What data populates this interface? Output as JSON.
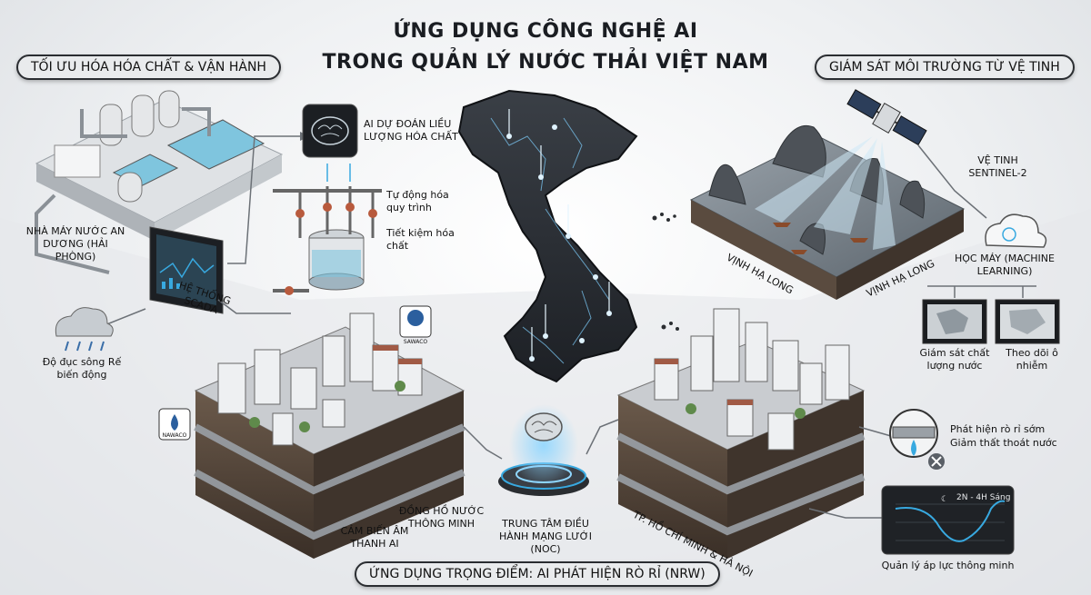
{
  "title": {
    "line1": "ỨNG DỤNG CÔNG NGHỆ AI",
    "line2": "TRONG QUẢN LÝ NƯỚC THẢI VIỆT NAM"
  },
  "sections": {
    "top_left": "TỐI ƯU HÓA HÓA CHẤT & VẬN HÀNH",
    "top_right": "GIÁM SÁT MÔI TRƯỜNG TỪ VỆ TINH",
    "bottom": "ỨNG DỤNG TRỌNG ĐIỂM: AI PHÁT HIỆN RÒ RỈ (NRW)"
  },
  "left_panel": {
    "plant": "NHÀ MÁY NƯỚC AN DƯƠNG (HẢI PHÒNG)",
    "scada": "HỆ THỐNG SCADA",
    "ai_predict": "AI DỰ ĐOÁN LIỀU LƯỢNG HÓA CHẤT",
    "auto": "Tự động hóa quy trình",
    "save": "Tiết kiệm hóa chất",
    "turbidity": "Độ đục sông Rế biến động"
  },
  "right_panel": {
    "satellite": "VỆ TINH SENTINEL-2",
    "bay1": "VỊNH HẠ LONG",
    "bay2": "VỊNH HẠ LONG",
    "ml": "HỌC MÁY (MACHINE LEARNING)",
    "monitor_quality": "Giám sát chất lượng nước",
    "monitor_pollution": "Theo dõi ô nhiễm"
  },
  "bottom_panel": {
    "sawaco": "SAWACO",
    "nawaco": "NAWACO",
    "meter": "ĐỒNG HỒ NƯỚC THÔNG MINH",
    "sensor": "CẢM BIẾN ÂM THANH AI",
    "noc": "TRUNG TÂM ĐIỀU HÀNH MẠNG LƯỚI (NOC)",
    "cities": "TP. HỒ CHÍ MINH & HÀ NỘI",
    "leak": "Phát hiện rò rỉ sớm",
    "loss": "Giảm thất thoát nước",
    "chart_time": "2N - 4H Sáng",
    "pressure": "Quản lý áp lực thông minh"
  },
  "colors": {
    "accent_blue": "#38a9e0",
    "pill_border": "#2a2d31",
    "ground": "#4a3f36"
  },
  "icons": [
    "brain-icon",
    "cloud-icon",
    "rain-cloud-icon",
    "satellite-icon",
    "moon-icon",
    "close-icon",
    "water-drop-icon"
  ]
}
